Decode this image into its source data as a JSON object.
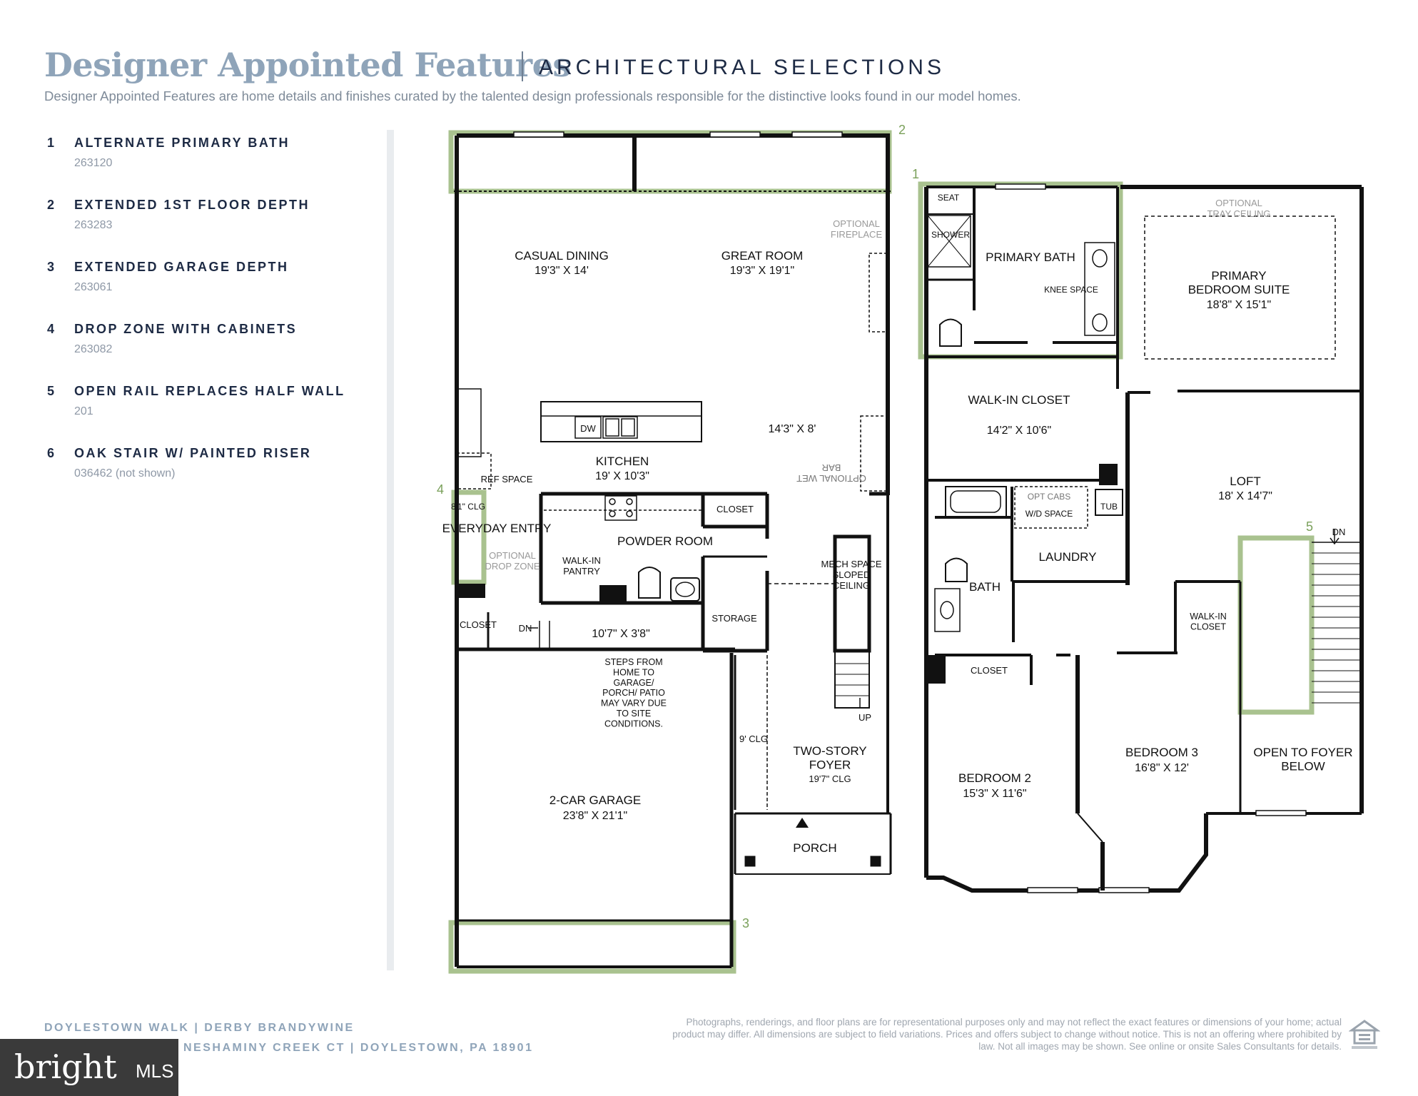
{
  "header": {
    "title": "Designer Appointed Features",
    "subtitle": "ARCHITECTURAL SELECTIONS",
    "intro": "Designer Appointed Features are home details and finishes curated by the talented design professionals responsible for the distinctive looks found in our model homes."
  },
  "features": [
    {
      "num": "1",
      "name": "ALTERNATE PRIMARY BATH",
      "code": "263120"
    },
    {
      "num": "2",
      "name": "EXTENDED 1ST FLOOR DEPTH",
      "code": "263283"
    },
    {
      "num": "3",
      "name": "EXTENDED GARAGE DEPTH",
      "code": "263061"
    },
    {
      "num": "4",
      "name": "DROP ZONE WITH CABINETS",
      "code": "263082"
    },
    {
      "num": "5",
      "name": "OPEN RAIL REPLACES HALF WALL",
      "code": "201"
    },
    {
      "num": "6",
      "name": "OAK STAIR W/ PAINTED RISER",
      "code": "036462 (not shown)"
    }
  ],
  "first_floor": {
    "casual_dining": {
      "name": "CASUAL DINING",
      "dim": "19'3\" X 14'"
    },
    "great_room": {
      "name": "GREAT ROOM",
      "dim": "19'3\" X 19'1\""
    },
    "optional_fireplace": "OPTIONAL FIREPLACE",
    "kitchen": {
      "name": "KITCHEN",
      "dim": "19' X 10'3\""
    },
    "dw": "DW",
    "ref_space": "REF SPACE",
    "dim_14_3": "14'3\" X 8'",
    "optional_wet_bar": "OPTIONAL WET BAR",
    "clg_8_1": "8'1\" CLG",
    "everyday_entry": "EVERYDAY ENTRY",
    "optional_drop_zone": "OPTIONAL DROP ZONE",
    "walk_in_pantry": "WALK-IN PANTRY",
    "powder_room": "POWDER ROOM",
    "closet": "CLOSET",
    "storage": "STORAGE",
    "mech_space": "MECH SPACE SLOPED CEILING",
    "dn": "DN",
    "up": "UP",
    "dim_10_7": "10'7\" X 3'8\"",
    "steps_note": "STEPS FROM HOME TO GARAGE/ PORCH/ PATIO MAY VARY DUE TO SITE CONDITIONS.",
    "garage": {
      "name": "2-CAR GARAGE",
      "dim": "23'8\" X 21'1\""
    },
    "clg_9": "9' CLG",
    "foyer": {
      "name": "TWO-STORY FOYER",
      "dim": "19'7\" CLG"
    },
    "porch": "PORCH"
  },
  "second_floor": {
    "seat": "SEAT",
    "shower": "SHOWER",
    "primary_bath": "PRIMARY BATH",
    "knee_space": "KNEE SPACE",
    "optional_tray_ceiling": "OPTIONAL TRAY CEILING",
    "primary_suite": {
      "name": "PRIMARY BEDROOM SUITE",
      "dim": "18'8\" X 15'1\""
    },
    "walk_in_closet": {
      "name": "WALK-IN CLOSET",
      "dim": "14'2\" X 10'6\""
    },
    "opt_cabs": "OPT CABS",
    "wd_space": "W/D SPACE",
    "tub": "TUB",
    "laundry": "LAUNDRY",
    "bath": "BATH",
    "closet": "CLOSET",
    "loft": {
      "name": "LOFT",
      "dim": "18' X 14'7\""
    },
    "dn": "DN",
    "walk_in_closet_small": "WALK-IN CLOSET",
    "bedroom2": {
      "name": "BEDROOM 2",
      "dim": "15'3\" X 11'6\""
    },
    "bedroom3": {
      "name": "BEDROOM 3",
      "dim": "16'8\" X 12'"
    },
    "open_to_foyer": "OPEN TO FOYER BELOW"
  },
  "footer": {
    "line1": "DOYLESTOWN WALK  |  DERBY BRANDYWINE",
    "line2": "NESHAMINY CREEK CT  |  DOYLESTOWN, PA 18901",
    "disclaimer": "Photographs, renderings, and floor plans are for representational purposes only and may not reflect the exact features or dimensions of your home; actual product may differ. All dimensions are subject to field variations. Prices and offers subject to change without notice. This is not an offering where prohibited by law. Not all images may be shown. See online or onsite Sales Consultants for details.",
    "logo_text": "bright",
    "logo_mls": "MLS"
  },
  "colors": {
    "accent_green": "#a9c28f",
    "title_blue": "#8fa4b9",
    "navy": "#1d2a44"
  }
}
